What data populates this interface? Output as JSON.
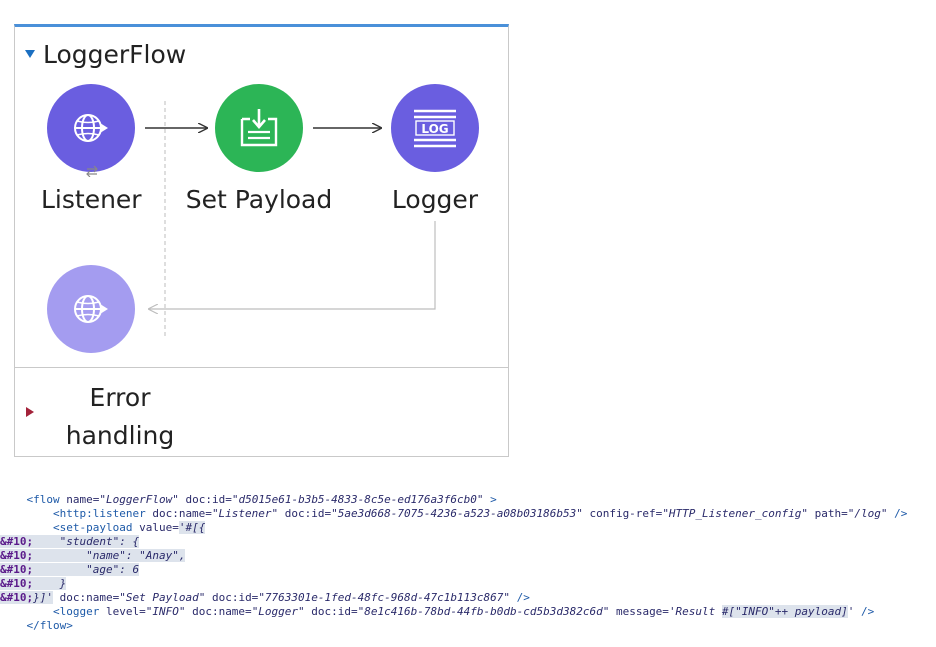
{
  "flow": {
    "title": "LoggerFlow",
    "nodes": [
      {
        "label": "Listener",
        "color": "#6a5ee0",
        "icon": "globe-arrow-icon"
      },
      {
        "label": "Set Payload",
        "color": "#2cb556",
        "icon": "set-payload-icon"
      },
      {
        "label": "Logger",
        "color": "#6a5ee0",
        "icon": "log-icon"
      }
    ],
    "response_node": {
      "color": "#a49cf0",
      "icon": "globe-arrow-icon"
    },
    "error_handling": {
      "line1": "Error",
      "line2": "handling"
    },
    "colors": {
      "header_accent": "#4a90d9",
      "collapse_caret": "#1b6fc1",
      "error_caret": "#a3223a"
    }
  },
  "code": {
    "line_flow": {
      "indent": "    ",
      "tag_open": "<flow",
      "attr1": " name=",
      "val1": "\"LoggerFlow\"",
      "attr2": " doc:id=",
      "val2": "\"d5015e61-b3b5-4833-8c5e-ed176a3f6cb0\"",
      "tail": " >"
    },
    "line_listener": {
      "indent": "        ",
      "tag": "<http:listener",
      "attr1": " doc:name=",
      "val1": "\"Listener\"",
      "attr2": " doc:id=",
      "val2": "\"5ae3d668-7075-4236-a523-a08b03186b53\"",
      "attr3": " config-ref=",
      "val3": "\"HTTP_Listener_config\"",
      "attr4": " path=",
      "val4": "\"/log\"",
      "tail": " />"
    },
    "line_setpayload": {
      "indent": "        ",
      "tag": "<set-payload",
      "attr1": " value=",
      "val1": "'#[{"
    },
    "payload_lines": [
      {
        "ent": "&#10;",
        "text": "    \"student\": {"
      },
      {
        "ent": "&#10;",
        "text": "        \"name\": \"Anay\","
      },
      {
        "ent": "&#10;",
        "text": "        \"age\": 6"
      },
      {
        "ent": "&#10;",
        "text": "    }"
      }
    ],
    "line_close_payload": {
      "ent": "&#10;",
      "text": "}]'",
      "attr1": " doc:name=",
      "val1": "\"Set Payload\"",
      "attr2": " doc:id=",
      "val2": "\"7763301e-1fed-48fc-968d-47c1b113c867\"",
      "tail": " />"
    },
    "line_logger": {
      "indent": "        ",
      "tag": "<logger",
      "attr1": " level=",
      "val1": "\"INFO\"",
      "attr2": " doc:name=",
      "val2": "\"Logger\"",
      "attr3": " doc:id=",
      "val3": "\"8e1c416b-78bd-44fb-b0db-cd5b3d382c6d\"",
      "attr4": " message=",
      "val4a": "'Result ",
      "val4b": "#[\"INFO\"++ payload]",
      "val4c": "'",
      "tail": " />"
    },
    "line_flow_close": {
      "indent": "    ",
      "tag": "</flow>"
    }
  }
}
